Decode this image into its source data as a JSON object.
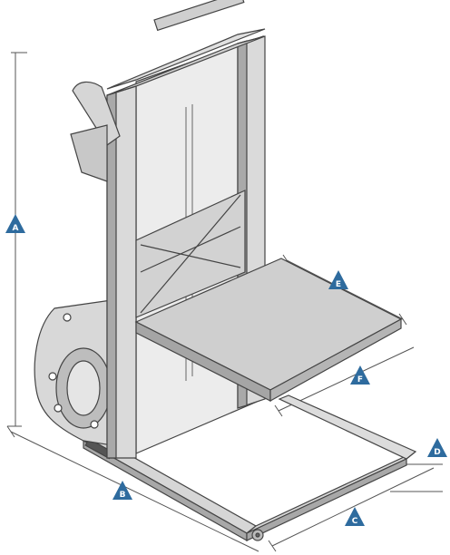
{
  "diagram": {
    "dimension_labels": {
      "a": "A",
      "b": "B",
      "c": "C",
      "d": "D",
      "e": "E",
      "f": "F"
    },
    "colors": {
      "badge": "#2e6b9e",
      "line": "#555555",
      "frame_fill": "#d9d9d9",
      "frame_dark": "#9a9a9a",
      "platform_fill": "#cccccc"
    }
  }
}
